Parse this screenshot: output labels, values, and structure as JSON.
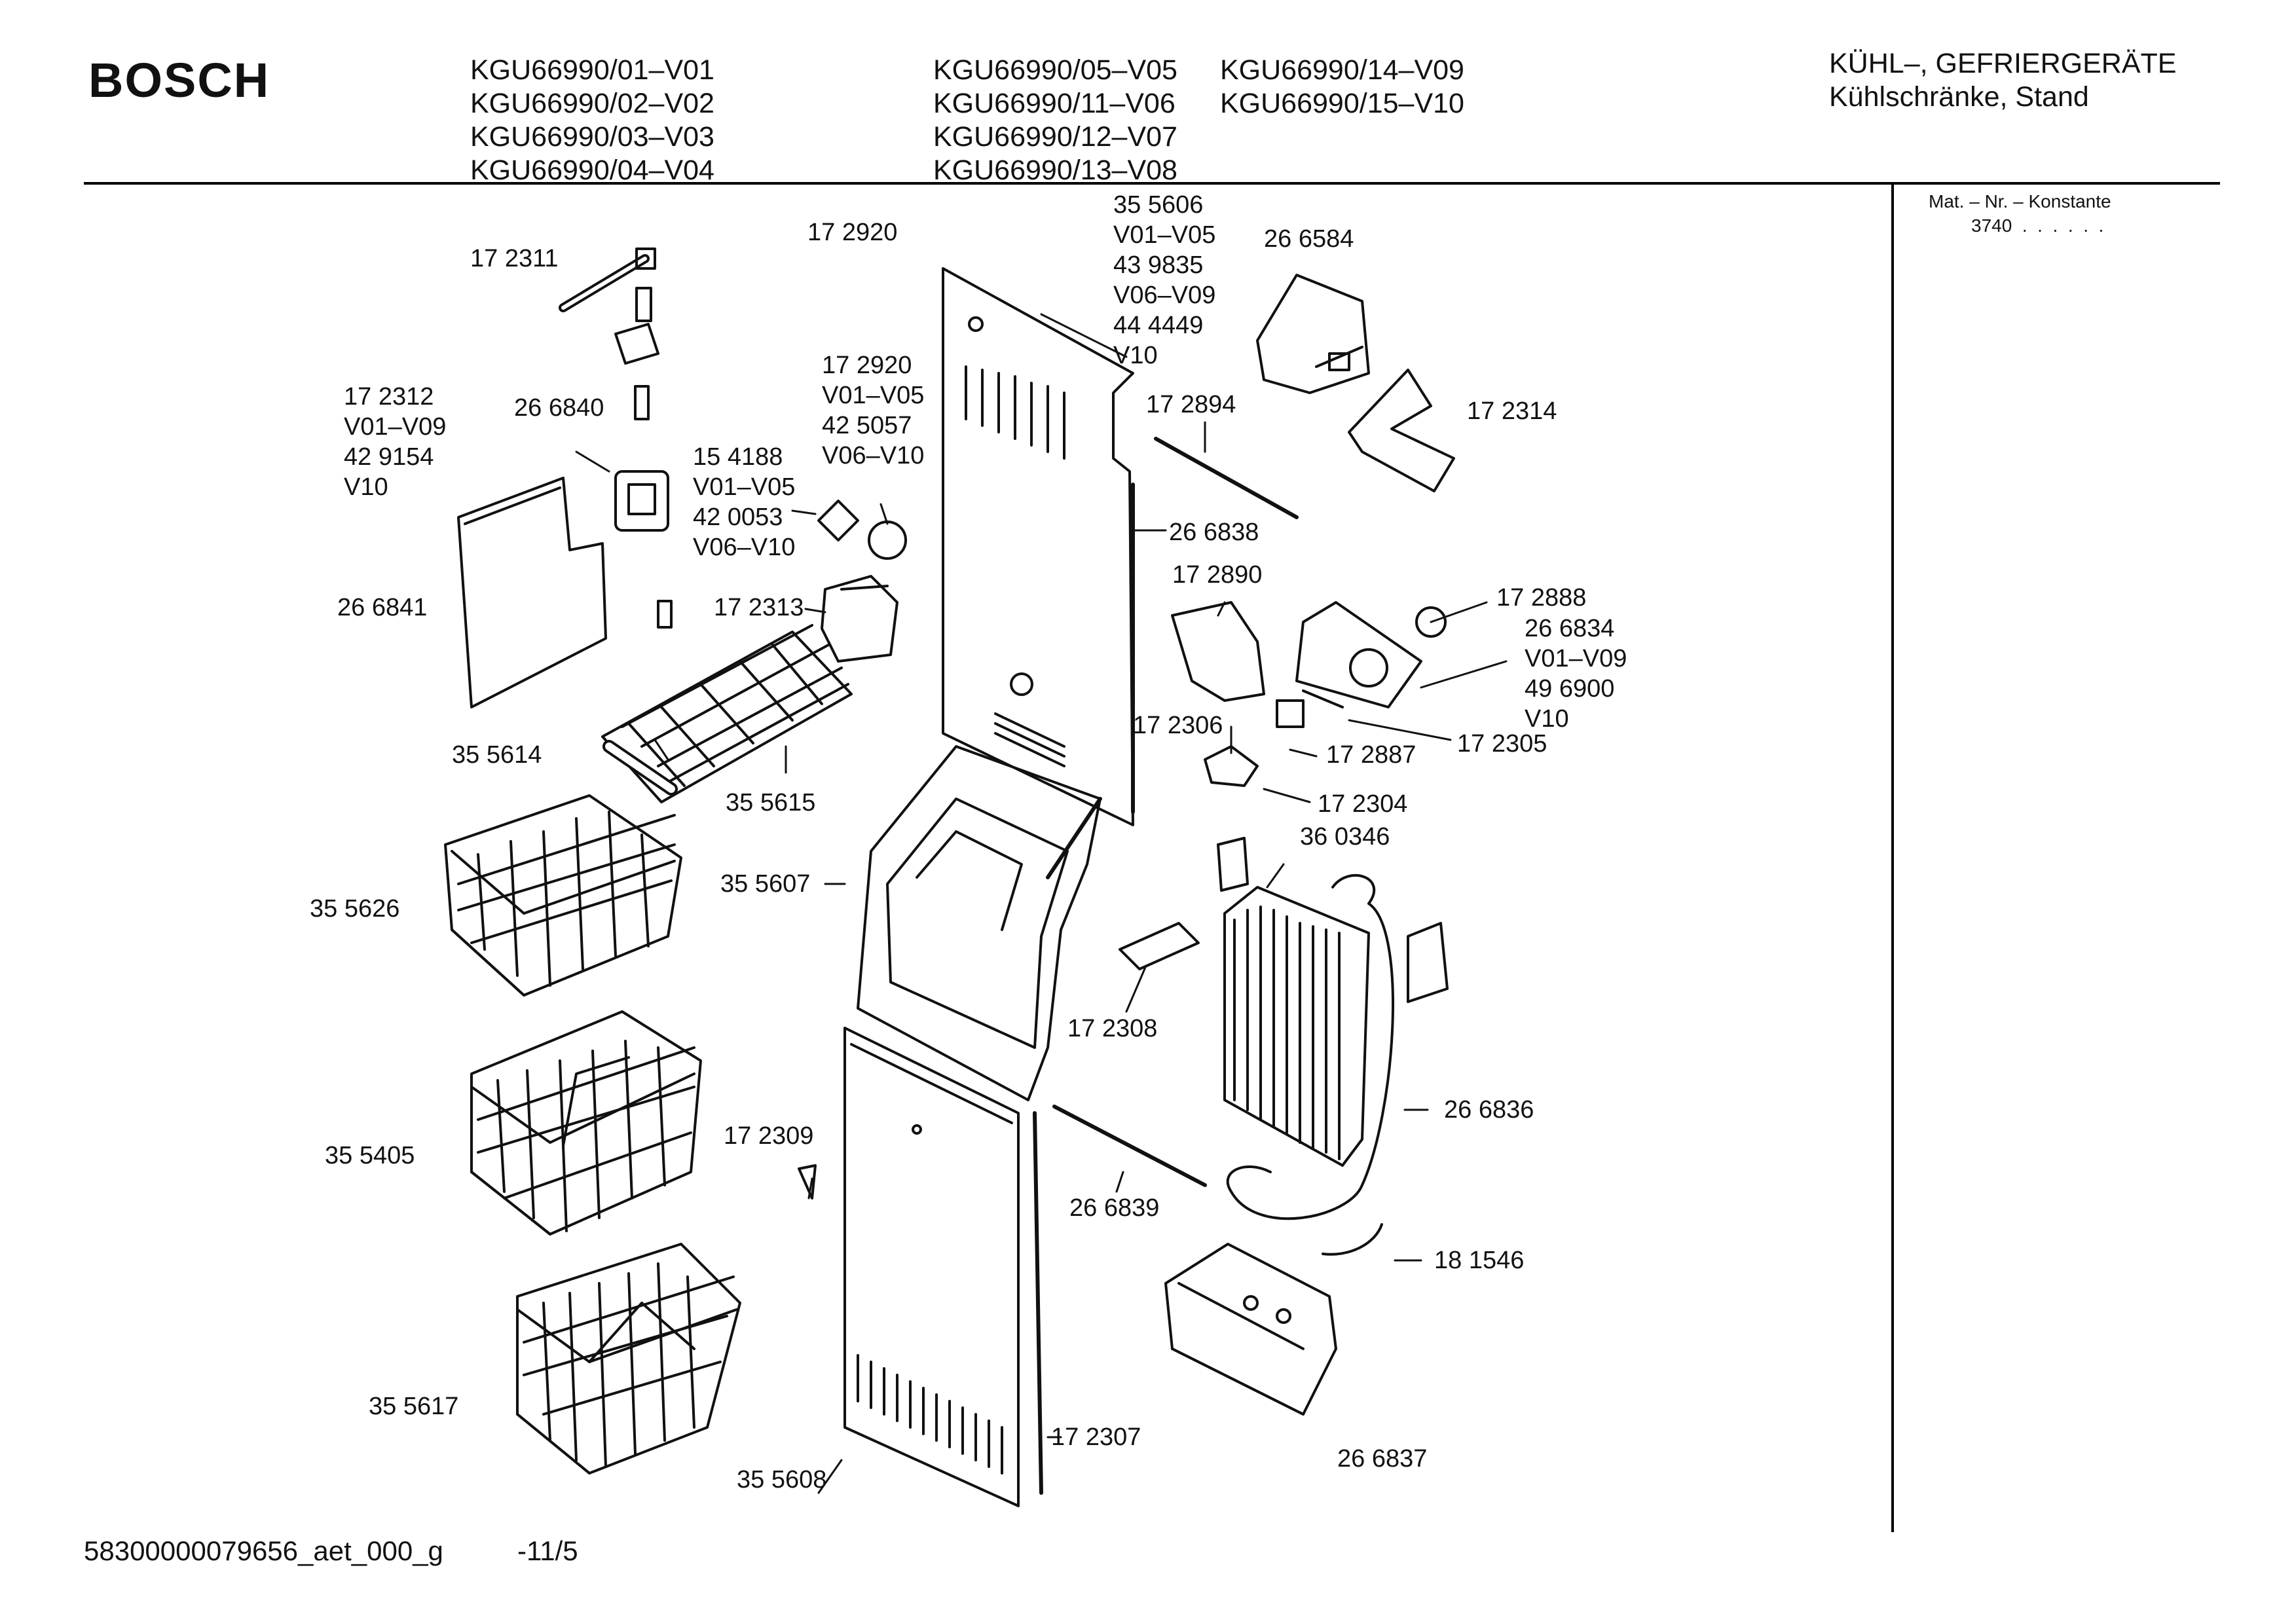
{
  "header": {
    "brand": "BOSCH",
    "models_col1": [
      "KGU66990/01–V01",
      "KGU66990/02–V02",
      "KGU66990/03–V03",
      "KGU66990/04–V04"
    ],
    "models_col2": [
      "KGU66990/05–V05",
      "KGU66990/11–V06",
      "KGU66990/12–V07",
      "KGU66990/13–V08"
    ],
    "models_col3": [
      "KGU66990/14–V09",
      "KGU66990/15–V10"
    ],
    "category_line1": "KÜHL–, GEFRIERGERÄTE",
    "category_line2": "Kühlschränke, Stand"
  },
  "sidebar": {
    "mat_label": "Mat. – Nr. – Konstante",
    "mat_value": "3740  .  .  .  .  .  ."
  },
  "labels": {
    "p172311": "17 2311",
    "p172920a": "17 2920",
    "p355606": "35 5606",
    "p355606_v1": "V01–V05",
    "p439835": "43 9835",
    "p439835_v": "V06–V09",
    "p444449": "44 4449",
    "p444449_v": "V10",
    "p266584": "26 6584",
    "p172920b": "17 2920",
    "p172920b_v1": "V01–V05",
    "p425057": "42 5057",
    "p425057_v": "V06–V10",
    "p172894": "17 2894",
    "p172314": "17 2314",
    "p172312": "17 2312",
    "p172312_v": "V01–V09",
    "p429154": "42 9154",
    "p429154_v": "V10",
    "p266840": "26 6840",
    "p154188": "15 4188",
    "p154188_v": "V01–V05",
    "p420053": "42 0053",
    "p420053_v": "V06–V10",
    "p266838": "26 6838",
    "p172890": "17 2890",
    "p266841": "26 6841",
    "p172313": "17 2313",
    "p172888": "17 2888",
    "p266834": "26 6834",
    "p266834_v": "V01–V09",
    "p496900": "49 6900",
    "p496900_v": "V10",
    "p172306": "17 2306",
    "p172887": "17 2887",
    "p172305": "17 2305",
    "p355614": "35 5614",
    "p355615": "35 5615",
    "p172304": "17 2304",
    "p360346": "36 0346",
    "p355607": "35 5607",
    "p355626": "35 5626",
    "p172308": "17 2308",
    "p355405": "35 5405",
    "p172309": "17 2309",
    "p266836": "26 6836",
    "p266839": "26 6839",
    "p181546": "18 1546",
    "p355617": "35 5617",
    "p172307": "17 2307",
    "p266837": "26 6837",
    "p355608": "35 5608"
  },
  "footer": {
    "doc_id": "58300000079656_aet_000_g",
    "page": "-11/5"
  }
}
